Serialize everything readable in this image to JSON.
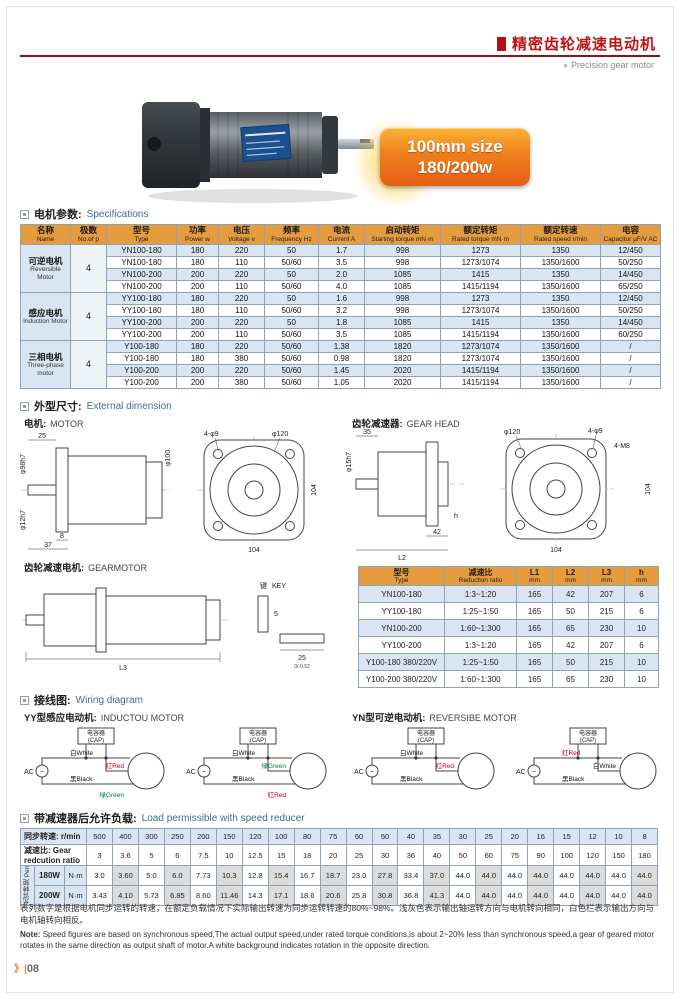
{
  "header": {
    "title_cn": "精密齿轮减速电动机",
    "subtitle_dot": "●",
    "title_en": "Precision gear motor"
  },
  "badge": {
    "line1": "100mm size",
    "line2": "180/200w"
  },
  "sections": {
    "specs": {
      "cn": "电机参数:",
      "en": "Specifications"
    },
    "dims": {
      "cn": "外型尺寸:",
      "en": "External dimension"
    },
    "wiring": {
      "cn": "接线图:",
      "en": "Wiring diagram"
    },
    "load": {
      "cn": "带减速器后允许负载:",
      "en": "Load permissible with speed reducer"
    }
  },
  "specs_table": {
    "headers": [
      {
        "cn": "名称",
        "en": "Name"
      },
      {
        "cn": "极数",
        "en": "No.of p"
      },
      {
        "cn": "型号",
        "en": "Type"
      },
      {
        "cn": "功率",
        "en": "Power w"
      },
      {
        "cn": "电压",
        "en": "Voltage v"
      },
      {
        "cn": "频率",
        "en": "Frequency Hz"
      },
      {
        "cn": "电流",
        "en": "Current A"
      },
      {
        "cn": "启动转矩",
        "en": "Starting torque mN·m"
      },
      {
        "cn": "额定转矩",
        "en": "Rated torque mN·m"
      },
      {
        "cn": "额定转速",
        "en": "Rated speed r/min"
      },
      {
        "cn": "电容",
        "en": "Capacitor μF/V AC"
      }
    ],
    "groups": [
      {
        "name_cn": "可逆电机",
        "name_en": "Reversible Motor",
        "poles": "4",
        "rows": [
          [
            "YN100-180",
            "180",
            "220",
            "50",
            "1.7",
            "998",
            "1273",
            "1350",
            "12/450"
          ],
          [
            "YN100-180",
            "180",
            "110",
            "50/60",
            "3.5",
            "998",
            "1273/1074",
            "1350/1600",
            "50/250"
          ],
          [
            "YN100-200",
            "200",
            "220",
            "50",
            "2.0",
            "1085",
            "1415",
            "1350",
            "14/450"
          ],
          [
            "YN100-200",
            "200",
            "110",
            "50/60",
            "4.0",
            "1085",
            "1415/1194",
            "1350/1600",
            "65/250"
          ]
        ]
      },
      {
        "name_cn": "感应电机",
        "name_en": "Induction Motor",
        "poles": "4",
        "rows": [
          [
            "YY100-180",
            "180",
            "220",
            "50",
            "1.6",
            "998",
            "1273",
            "1350",
            "12/450"
          ],
          [
            "YY100-180",
            "180",
            "110",
            "50/60",
            "3.2",
            "998",
            "1273/1074",
            "1350/1600",
            "50/250"
          ],
          [
            "YY100-200",
            "200",
            "220",
            "50",
            "1.8",
            "1085",
            "1415",
            "1350",
            "14/450"
          ],
          [
            "YY100-200",
            "200",
            "110",
            "50/60",
            "3.5",
            "1085",
            "1415/1194",
            "1350/1600",
            "60/250"
          ]
        ]
      },
      {
        "name_cn": "三相电机",
        "name_en": "Three-phase motor",
        "poles": "4",
        "rows": [
          [
            "Y100-180",
            "180",
            "220",
            "50/60",
            "1.38",
            "1820",
            "1273/1074",
            "1350/1600",
            "/"
          ],
          [
            "Y100-180",
            "180",
            "380",
            "50/60",
            "0.98",
            "1820",
            "1273/1074",
            "1350/1600",
            "/"
          ],
          [
            "Y100-200",
            "200",
            "220",
            "50/60",
            "1.45",
            "2020",
            "1415/1194",
            "1350/1600",
            "/"
          ],
          [
            "Y100-200",
            "200",
            "380",
            "50/60",
            "1.05",
            "2020",
            "1415/1194",
            "1350/1600",
            "/"
          ]
        ]
      }
    ]
  },
  "dimension": {
    "motor_cn": "电机:",
    "motor_en": "MOTOR",
    "gearhead_cn": "齿轮减速器:",
    "gearhead_en": "GEAR HEAD",
    "gearmotor_cn": "齿轮减速电机:",
    "gearmotor_en": "GEARMOTOR",
    "motor_dims": {
      "d25": "25",
      "d8": "8",
      "d37": "37",
      "d98": "φ98h7",
      "d12": "φ12h7",
      "d100": "φ100",
      "holes": "4-φ9",
      "bolt": "φ120",
      "w104": "104",
      "h104": "104"
    },
    "gearhead_dims": {
      "shaft": "φ15h7",
      "d35": "35",
      "bolt": "φ120",
      "holes": "4-φ9",
      "tap": "4-M8",
      "b104": "104",
      "r104": "104",
      "h": "h",
      "d42": "42",
      "L2": "L2"
    },
    "gearmotor_dims": {
      "L3": "L3",
      "key_cn": "键",
      "key_en": "KEY",
      "d5": "5",
      "d25": "25",
      "tol": "0/-0.52"
    }
  },
  "gearhead_table": {
    "headers": [
      {
        "cn": "型号",
        "en": "Type"
      },
      {
        "cn": "减速比",
        "en": "Reduction ratio"
      },
      {
        "cn": "L1",
        "en": "mm"
      },
      {
        "cn": "L2",
        "en": "mm"
      },
      {
        "cn": "L3",
        "en": "mm"
      },
      {
        "cn": "h",
        "en": "mm"
      }
    ],
    "rows": [
      [
        "YN100-180",
        "1:3~1:20",
        "165",
        "42",
        "207",
        "6"
      ],
      [
        "YY100-180",
        "1:25~1:50",
        "165",
        "50",
        "215",
        "6"
      ],
      [
        "YN100-200",
        "1:60~1:300",
        "165",
        "65",
        "230",
        "10"
      ],
      [
        "YY100-200",
        "1:3~1:20",
        "165",
        "42",
        "207",
        "6"
      ],
      [
        "Y100-180 380/220V",
        "1:25~1:50",
        "165",
        "50",
        "215",
        "10"
      ],
      [
        "Y100-200 380/220V",
        "1:60~1:300",
        "165",
        "65",
        "230",
        "10"
      ]
    ]
  },
  "wiring": {
    "left_cn": "YY型感应电动机:",
    "left_en": "INDUCTOU MOTOR",
    "right_cn": "YN型可逆电动机:",
    "right_en": "REVERSIBE MOTOR",
    "cap_cn": "电容器",
    "cap_en": "(CAP)",
    "ac": "AC",
    "tilde": "~",
    "diagrams": [
      {
        "wires": [
          "白White",
          "红Red",
          "黑Black",
          "绿Green"
        ]
      },
      {
        "wires": [
          "白White",
          "绿Green",
          "黑Black",
          "红Red"
        ]
      },
      {
        "wires": [
          "白White",
          "红Red",
          "黑Black"
        ]
      },
      {
        "wires": [
          "红Red",
          "白White",
          "黑Black"
        ]
      }
    ]
  },
  "load_table": {
    "row1_label": "同步转速: r/min",
    "row2_label": "减速比: Gear redcution ratio",
    "side_cn": "允许转矩",
    "side_en": "Permissible torque",
    "speeds": [
      "500",
      "400",
      "300",
      "250",
      "200",
      "150",
      "120",
      "100",
      "80",
      "75",
      "60",
      "50",
      "40",
      "35",
      "30",
      "25",
      "20",
      "16",
      "15",
      "12",
      "10",
      "8"
    ],
    "ratios": [
      "3",
      "3.6",
      "5",
      "6",
      "7.5",
      "10",
      "12.5",
      "15",
      "18",
      "20",
      "25",
      "30",
      "36",
      "40",
      "50",
      "60",
      "75",
      "90",
      "100",
      "120",
      "150",
      "180"
    ],
    "rows": [
      {
        "power": "180W",
        "unit": "N·m",
        "values": [
          "3.0",
          "3.60",
          "5.0",
          "6.0",
          "7.73",
          "10.3",
          "12.8",
          "15.4",
          "16.7",
          "18.7",
          "23.0",
          "27.8",
          "33.4",
          "37.0",
          "44.0",
          "44.0",
          "44.0",
          "44.0",
          "44.0",
          "44.0",
          "44.0",
          "44.0"
        ]
      },
      {
        "power": "200W",
        "unit": "N·m",
        "values": [
          "3.43",
          "4.10",
          "5.73",
          "6.85",
          "8.60",
          "11.46",
          "14.3",
          "17.1",
          "18.6",
          "20.6",
          "25.8",
          "30.8",
          "36.8",
          "41.3",
          "44.0",
          "44.0",
          "44.0",
          "44.0",
          "44.0",
          "44.0",
          "44.0",
          "44.0"
        ]
      }
    ]
  },
  "notes": {
    "cn": "表列数字是根据电机同步运转的转速，在额定负载情况下实际输出转速为同步运转转速的80%~98%。浅灰色表示输出轴运转方向与电机转向相同，白色栏表示输出方向与电机轴转向相反。",
    "en_label": "Note:",
    "en": "Speed figures are based on synchronous speed,The actual output speed,under rated torque conditions,is about 2~20% less than synchronous speed,a gear of geared motor rotates in the same direction as output shaft of motor.A white background indicates rotation in the opposite direction."
  },
  "footer": {
    "marks": "》|",
    "page": "08"
  }
}
